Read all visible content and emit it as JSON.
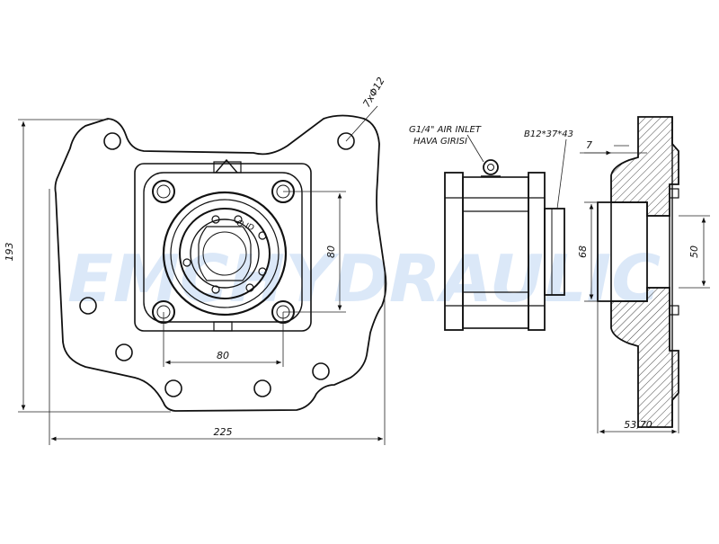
{
  "watermark": "EMCHYDRAULIC",
  "colors": {
    "line": "#111111",
    "watermark": "#dbe8f8",
    "hatch": "#444444"
  },
  "front_view": {
    "dimensions": {
      "width_total": "225",
      "height_total": "193",
      "bolt_spacing_h": "80",
      "bolt_spacing_v": "80",
      "hole_callout": "7xΦ12"
    }
  },
  "side_view": {
    "air_inlet_label_1": "G1/4\" AIR INLET",
    "air_inlet_label_2": "HAVA GIRISI",
    "spline_label": "B12*37*43"
  },
  "section_view": {
    "dimensions": {
      "offset": "7",
      "bore": "68",
      "inner": "50",
      "length": "53,70"
    }
  }
}
